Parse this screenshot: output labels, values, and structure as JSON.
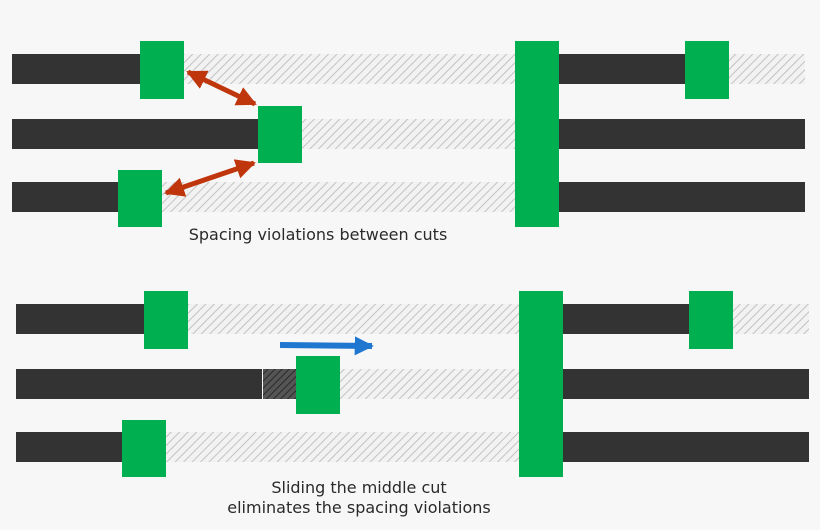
{
  "captions": {
    "top": "Spacing violations between cuts",
    "bottom_line1": "Sliding the middle cut",
    "bottom_line2": "eliminates the spacing violations"
  },
  "colors": {
    "background": "#f7f7f7",
    "wire": "#333333",
    "cut": "#00b050",
    "hatch_line": "#c8c8c8",
    "hatch_bg": "#f2f2f2",
    "violation_arrow": "#c0360c",
    "slide_arrow": "#1f77d0"
  },
  "icons": {
    "violation": "double-headed-arrow-icon",
    "slide": "right-arrow-icon"
  }
}
